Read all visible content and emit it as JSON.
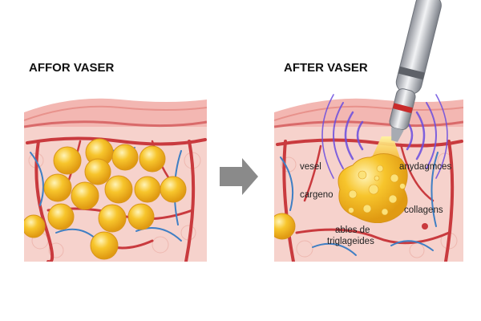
{
  "titles": {
    "before": "AFFOR VASER",
    "after": "AFTER VASER"
  },
  "labels": {
    "vesel": "vesel",
    "cargeno": "cargeno",
    "anydagmces": "anydagmces",
    "collagens": "collagens",
    "ables_line1": "ables de",
    "ables_line2": "triglageides"
  },
  "colors": {
    "skin_top": "#f3b7b2",
    "tissue": "#f6d2cc",
    "artery": "#c93a3e",
    "vein": "#3f7fc4",
    "fat": "#f5bd22",
    "wave": "#6a4de0",
    "probe": "#c9ccd2",
    "probe_band": "#c92b2b",
    "arrow": "#8a8a8a"
  },
  "icons": {
    "arrow": "right-arrow-icon",
    "probe": "ultrasound-probe-icon"
  }
}
